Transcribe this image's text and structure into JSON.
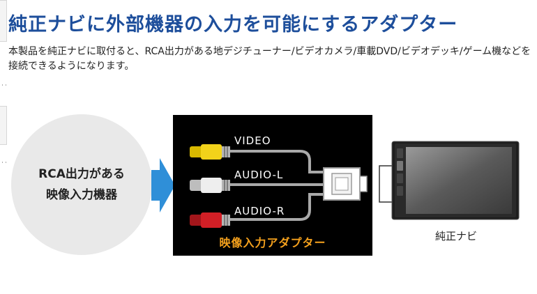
{
  "header": {
    "title": "純正ナビに外部機器の入力を可能にするアダプター"
  },
  "intro": {
    "text": "本製品を純正ナビに取付ると、RCA出力がある地デジチューナー/ビデオカメラ/車載DVD/ビデオデッキ/ゲーム機などを接続できるようになります。"
  },
  "diagram": {
    "source": {
      "line1": "RCA出力がある",
      "line2": "映像入力機器"
    },
    "adapter": {
      "title": "映像入力アダプター",
      "cables": [
        {
          "label": "VIDEO",
          "color": "#f2d21a"
        },
        {
          "label": "AUDIO-L",
          "color": "#eeeeee"
        },
        {
          "label": "AUDIO-R",
          "color": "#d21f26"
        }
      ]
    },
    "navi": {
      "label": "純正ナビ"
    }
  },
  "colors": {
    "title": "#1d4e9b",
    "arrow": "#2f8fd8",
    "adapter_title": "#f5a11d",
    "circle": "#e9e9e9",
    "panel": "#000000"
  }
}
